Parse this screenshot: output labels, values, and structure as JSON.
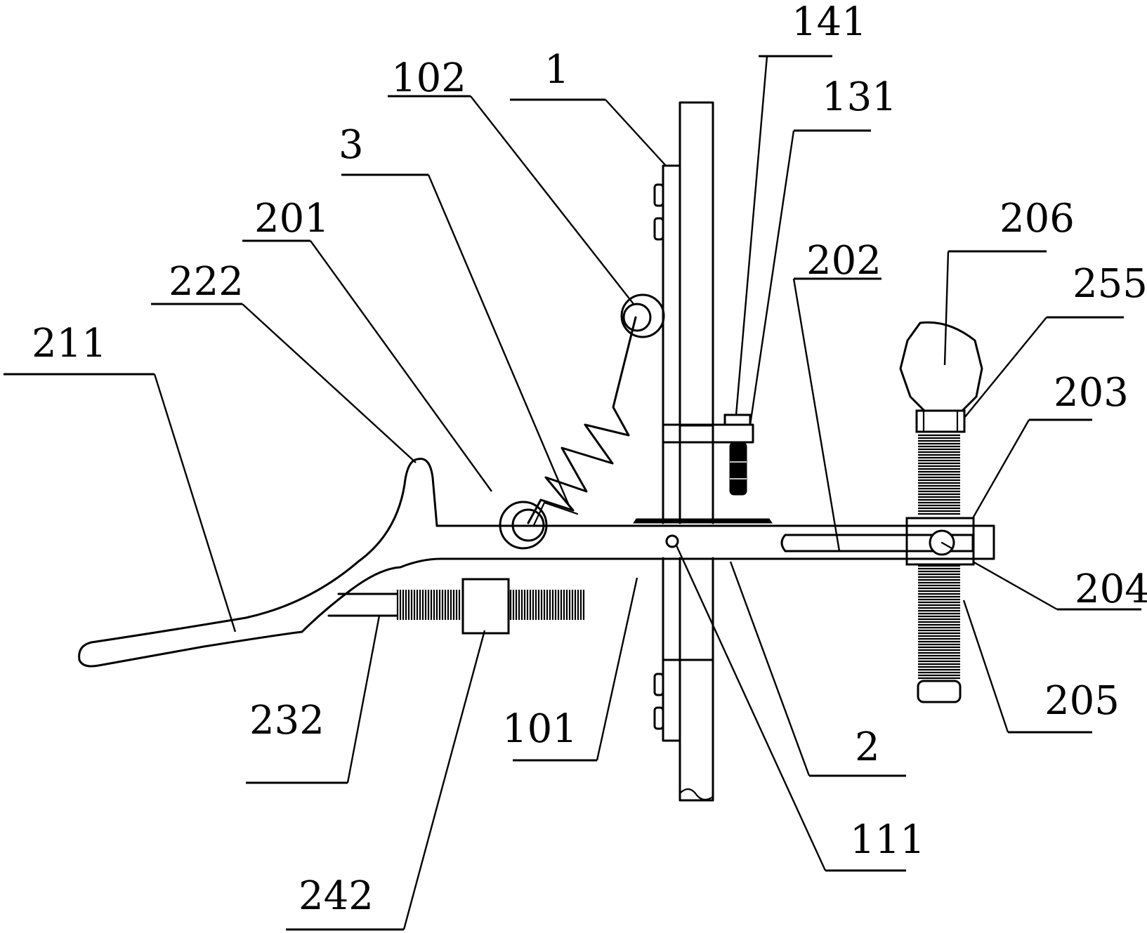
{
  "figure": {
    "type": "mechanical patent drawing",
    "description": "Spring-loaded clamping lever assembly mounted to a hatched wall plate"
  },
  "labels": [
    {
      "id": "1",
      "text": "1",
      "part": "mounting plate"
    },
    {
      "id": "2",
      "text": "2",
      "part": "lever arm"
    },
    {
      "id": "3",
      "text": "3",
      "part": "tension spring"
    },
    {
      "id": "101",
      "text": "101",
      "part": "support post"
    },
    {
      "id": "102",
      "text": "102",
      "part": "upper spring anchor"
    },
    {
      "id": "111",
      "text": "111",
      "part": "pivot pin"
    },
    {
      "id": "131",
      "text": "131",
      "part": "bracket bolt"
    },
    {
      "id": "141",
      "text": "141",
      "part": "bracket nut"
    },
    {
      "id": "201",
      "text": "201",
      "part": "lower spring anchor"
    },
    {
      "id": "202",
      "text": "202",
      "part": "guide slot"
    },
    {
      "id": "203",
      "text": "203",
      "part": "slider block"
    },
    {
      "id": "204",
      "text": "204",
      "part": "locking pin"
    },
    {
      "id": "205",
      "text": "205",
      "part": "threaded rod"
    },
    {
      "id": "206",
      "text": "206",
      "part": "ball knob"
    },
    {
      "id": "211",
      "text": "211",
      "part": "handle"
    },
    {
      "id": "222",
      "text": "222",
      "part": "hook tab"
    },
    {
      "id": "232",
      "text": "232",
      "part": "lower screw"
    },
    {
      "id": "242",
      "text": "242",
      "part": "adjustment nut"
    },
    {
      "id": "255",
      "text": "255",
      "part": "hex nut"
    }
  ]
}
